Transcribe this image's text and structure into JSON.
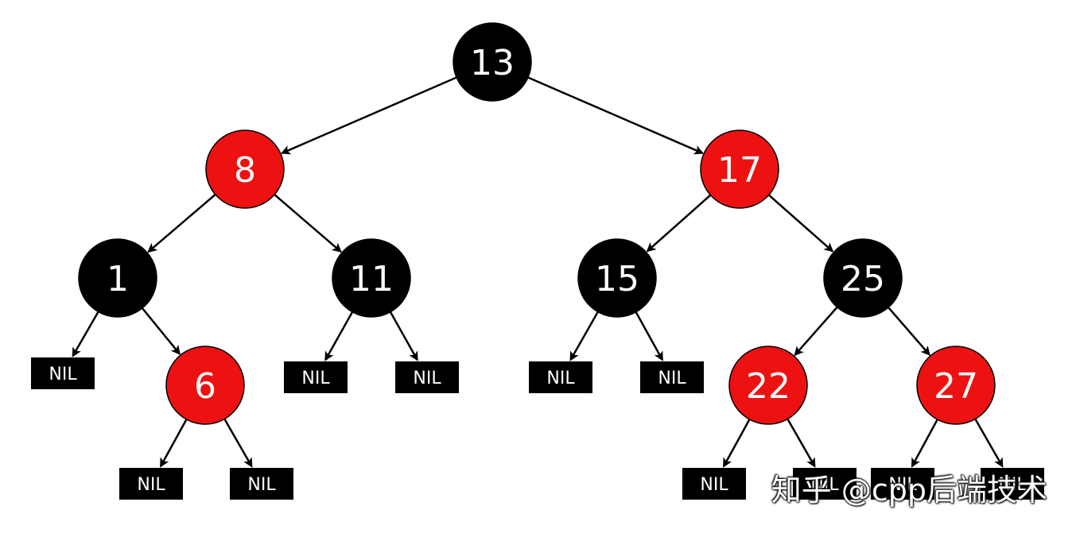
{
  "colors": {
    "red": "#ee1111",
    "black": "#000000",
    "nil": "#000000",
    "text": "#ffffff"
  },
  "tree": {
    "nodes": [
      {
        "id": "n13",
        "label": "13",
        "color": "black"
      },
      {
        "id": "n8",
        "label": "8",
        "color": "red"
      },
      {
        "id": "n17",
        "label": "17",
        "color": "red"
      },
      {
        "id": "n1",
        "label": "1",
        "color": "black"
      },
      {
        "id": "n11",
        "label": "11",
        "color": "black"
      },
      {
        "id": "n15",
        "label": "15",
        "color": "black"
      },
      {
        "id": "n25",
        "label": "25",
        "color": "black"
      },
      {
        "id": "n6",
        "label": "6",
        "color": "red"
      },
      {
        "id": "n22",
        "label": "22",
        "color": "red"
      },
      {
        "id": "n27",
        "label": "27",
        "color": "red"
      }
    ],
    "nil_label": "NIL",
    "edges": [
      [
        "n13",
        "n8"
      ],
      [
        "n13",
        "n17"
      ],
      [
        "n8",
        "n1"
      ],
      [
        "n8",
        "n11"
      ],
      [
        "n17",
        "n15"
      ],
      [
        "n17",
        "n25"
      ],
      [
        "n1",
        "nil1"
      ],
      [
        "n1",
        "n6"
      ],
      [
        "n11",
        "nil2"
      ],
      [
        "n11",
        "nil3"
      ],
      [
        "n15",
        "nil4"
      ],
      [
        "n15",
        "nil5"
      ],
      [
        "n25",
        "n22"
      ],
      [
        "n25",
        "n27"
      ],
      [
        "n6",
        "nil6"
      ],
      [
        "n6",
        "nil7"
      ],
      [
        "n22",
        "nil8"
      ],
      [
        "n22",
        "nil9"
      ],
      [
        "n27",
        "nil10"
      ],
      [
        "n27",
        "nil11"
      ]
    ]
  },
  "watermark": "知乎 @cpp后端技术"
}
